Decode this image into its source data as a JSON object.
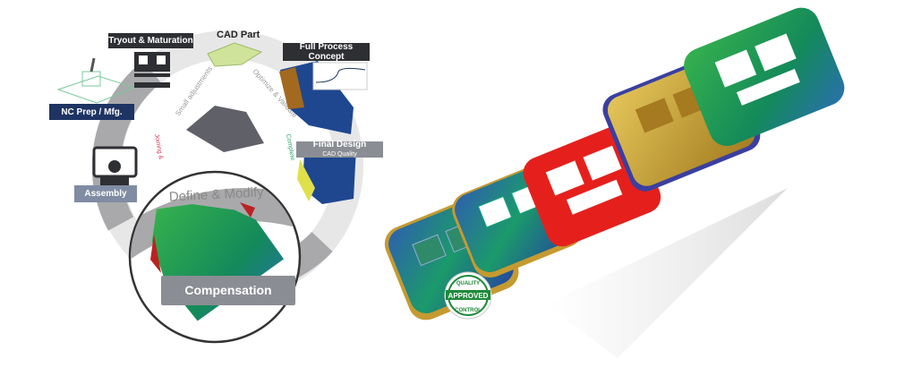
{
  "diagram": {
    "cad_part": "CAD Part",
    "stages": {
      "tryout": "Tryout & Maturation",
      "full_process": "Full Process Concept",
      "nc_prep": "NC Prep / Mfg.",
      "final_design": "Final Design",
      "final_design_sub": "CAD Quality",
      "assembly": "Assembly",
      "compensation": "Compensation"
    },
    "arc_labels": {
      "small_adjustments": "Small adjustments",
      "optimize": "Optimize & Validate",
      "complete": "Complete",
      "joining": "Joining &",
      "define_modify": "Define & Modify"
    }
  },
  "stamp": {
    "top": "QUALITY",
    "middle": "APPROVED",
    "bottom": "CONTROL"
  },
  "colors": {
    "ring": "#a9a9ab",
    "navy": "#1e3463",
    "green": "#1f9a4a",
    "red": "#e5201c",
    "gold": "#c9a33a",
    "blue": "#233f8f"
  }
}
